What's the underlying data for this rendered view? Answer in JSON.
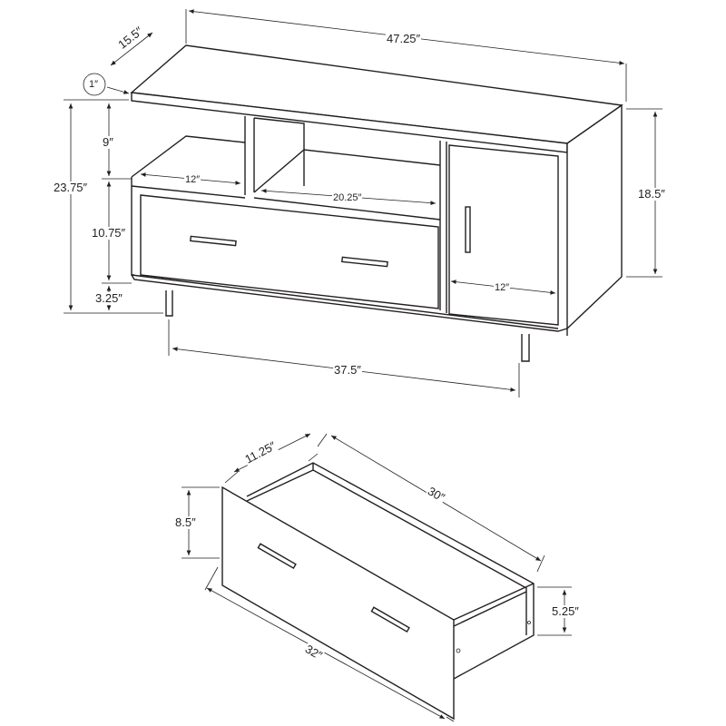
{
  "tv_stand": {
    "depth": "15.5″",
    "width": "47.25″",
    "top_thickness": "1″",
    "upper_shelf_height": "9″",
    "total_height": "23.75″",
    "left_shelf_depth": "12″",
    "center_shelf_width": "20.25″",
    "drawer_height": "10.75″",
    "leg_height": "3.25″",
    "cabinet_height": "18.5″",
    "cabinet_depth": "12″",
    "leg_span": "37.5″"
  },
  "drawer": {
    "depth": "11.25″",
    "length": "30″",
    "front_height": "8.5″",
    "box_height": "5.25″",
    "front_width": "32″"
  },
  "colors": {
    "line": "#231f20",
    "background": "#ffffff"
  }
}
